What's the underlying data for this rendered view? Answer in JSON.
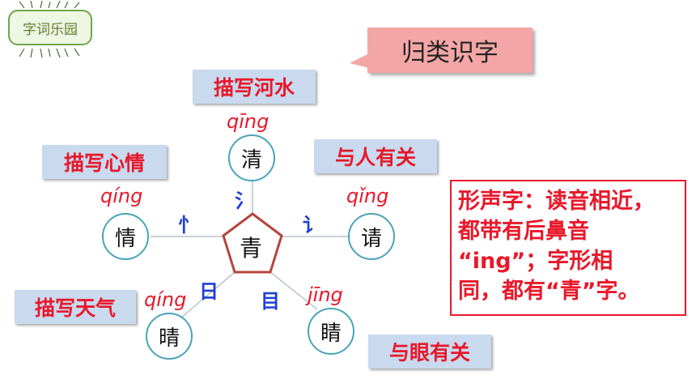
{
  "badge": "字词乐园",
  "title": "归类识字",
  "center_char": "青",
  "tags": {
    "river": "描写河水",
    "mood": "描写心情",
    "person": "与人有关",
    "weather": "描写天气",
    "eye": "与眼有关"
  },
  "chars": {
    "top": {
      "char": "清",
      "pinyin": "qīng",
      "radical": "氵"
    },
    "left": {
      "char": "情",
      "pinyin": "qíng",
      "radical": "忄"
    },
    "right": {
      "char": "请",
      "pinyin": "qǐng",
      "radical": "讠"
    },
    "bottom_left": {
      "char": "晴",
      "pinyin": "qíng",
      "radical": "日"
    },
    "bottom_right": {
      "char": "睛",
      "pinyin": "jīng",
      "radical": "目"
    }
  },
  "note": {
    "line1": "形声字：读音相近，",
    "line2": "都带有后鼻音",
    "line3": "“ing”；字形相",
    "line4": "同，都有“青”字。"
  },
  "colors": {
    "accent_red": "#e8182a",
    "pentagon": "#b5453c",
    "radical_blue": "#1f3fd6",
    "circle_border": "#4aa3b8"
  }
}
